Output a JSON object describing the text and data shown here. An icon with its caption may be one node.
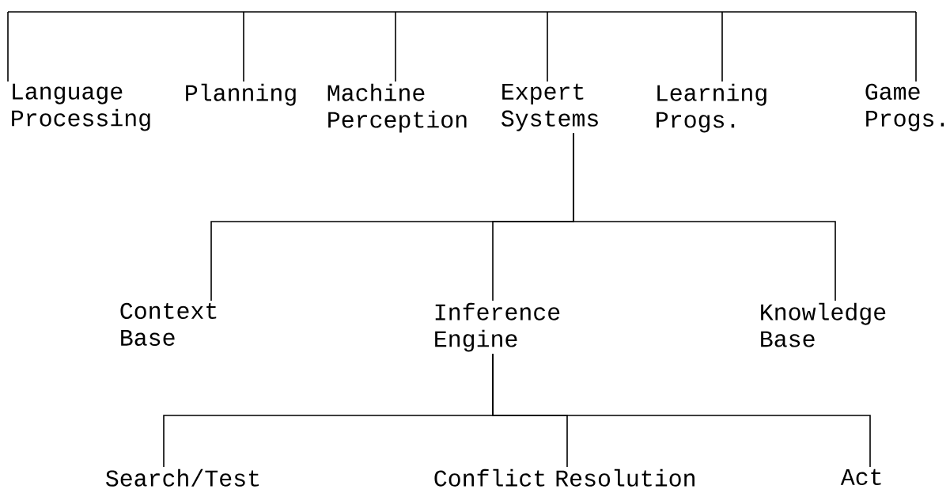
{
  "diagram": {
    "nodes": [
      {
        "text": [
          "Language Processing"
        ]
      },
      {
        "text": [
          "Planning"
        ]
      },
      {
        "text": [
          "Machine Perception"
        ]
      },
      {
        "text": [
          "Expert Systems"
        ]
      },
      {
        "text": [
          "Learning Progs."
        ]
      },
      {
        "text": [
          "Game Progs."
        ]
      },
      {
        "text": [
          "Context Base"
        ]
      },
      {
        "text": [
          "Inference Engine"
        ]
      },
      {
        "text": [
          "Knowledge Base"
        ]
      },
      {
        "text": [
          "Search/Test"
        ]
      },
      {
        "text": [
          "Conflict Resolution"
        ]
      },
      {
        "text": [
          "Act"
        ]
      }
    ],
    "edges": [
      {
        "from": null,
        "to": 0,
        "arrow": "none"
      },
      {
        "from": null,
        "to": 1,
        "arrow": "none"
      },
      {
        "from": null,
        "to": 2,
        "arrow": "none"
      },
      {
        "from": null,
        "to": 3,
        "arrow": "none"
      },
      {
        "from": null,
        "to": 4,
        "arrow": "none"
      },
      {
        "from": null,
        "to": 5,
        "arrow": "none"
      },
      {
        "from": 3,
        "to": 6,
        "arrow": "none"
      },
      {
        "from": 3,
        "to": 7,
        "arrow": "none"
      },
      {
        "from": 3,
        "to": 8,
        "arrow": "none"
      },
      {
        "from": 7,
        "to": 9,
        "arrow": "none"
      },
      {
        "from": 7,
        "to": 10,
        "arrow": "none"
      },
      {
        "from": 7,
        "to": 11,
        "arrow": "none"
      }
    ]
  }
}
